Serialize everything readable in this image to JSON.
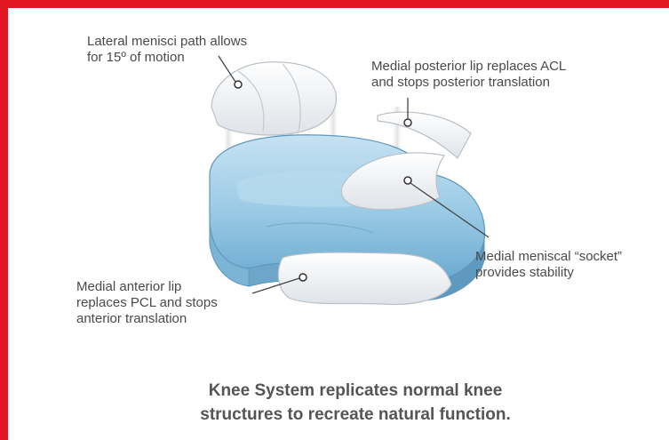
{
  "colors": {
    "frame": "#e0171f",
    "implant_blue": "#9ccbe6",
    "insert_white": "#f4f6f8",
    "text": "#4a4a4a"
  },
  "labels": {
    "lateral_path": "Lateral menisci path allows\nfor 15º of motion",
    "medial_posterior_lip": "Medial posterior lip replaces ACL\nand stops posterior translation",
    "medial_socket": "Medial meniscal “socket”\nprovides stability",
    "medial_anterior_lip": "Medial anterior lip\nreplaces PCL and stops\nanterior translation"
  },
  "caption": {
    "line1": "Knee System replicates normal knee",
    "line2": "structures to recreate natural function."
  }
}
